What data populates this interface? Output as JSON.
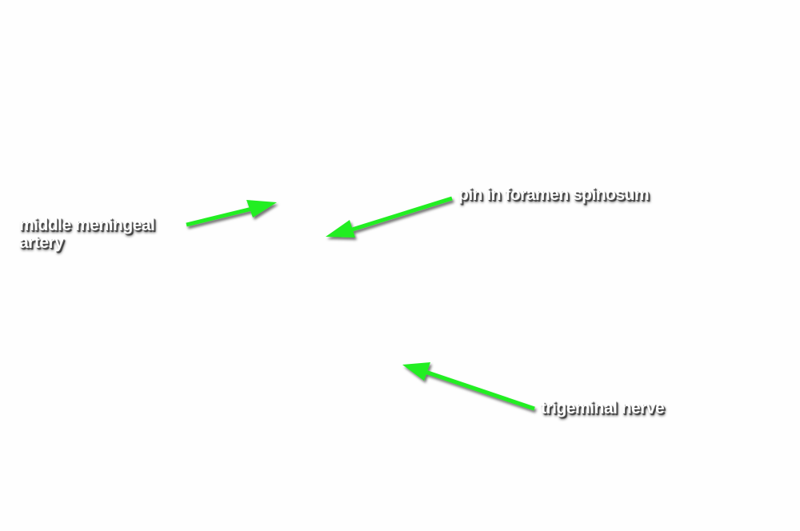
{
  "labels": {
    "middle_meningeal_line1": "middle meningeal",
    "middle_meningeal_line2": "artery",
    "pin": "pin in foramen spinosum",
    "trigeminal": "trigeminal nerve"
  },
  "colors": {
    "arrow": "#22ee22",
    "background": "#fefefe"
  }
}
